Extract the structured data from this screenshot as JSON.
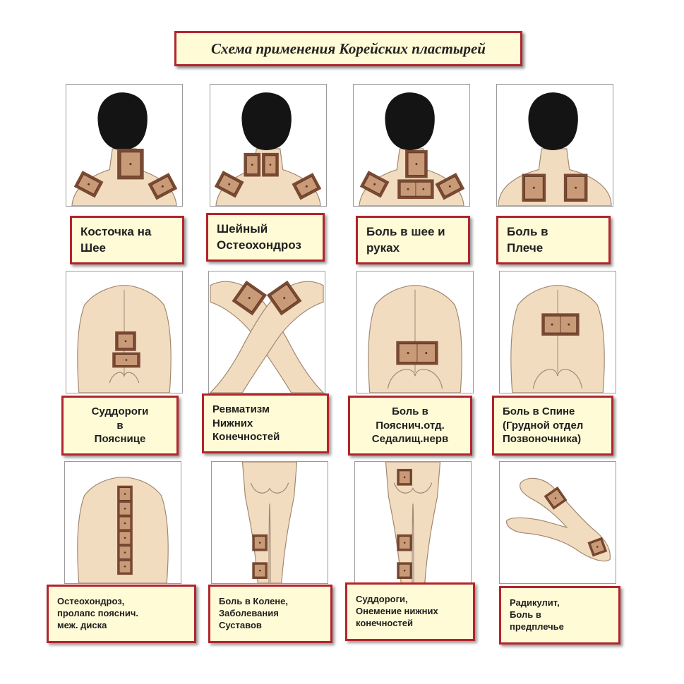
{
  "title": "Схема применения Корейских пластырей",
  "panels": [
    {
      "label": "Косточка на\nШее"
    },
    {
      "label": "Шейный\nОстеохондроз"
    },
    {
      "label": "Боль в шее и\nруках"
    },
    {
      "label": "Боль в\nПлече"
    },
    {
      "label": "Суддороги\nв\nПояснице"
    },
    {
      "label": "Ревматизм\nНижних\nКонечностей"
    },
    {
      "label": "Боль в\nПояснич.отд.\nСедалищ.нерв"
    },
    {
      "label": "Боль в Спине\n(Грудной отдел\nПозвоночника)"
    },
    {
      "label": "Остеохондроз,\nпролапс пояснич.\nмеж. диска"
    },
    {
      "label": "Боль в Колене,\nЗаболевания\nСуставов"
    },
    {
      "label": "Суддороги,\nОнемение нижних\nконечностей"
    },
    {
      "label": "Радикулит,\nБоль в\nпредплечье"
    }
  ],
  "colors": {
    "skin": "#f2dcc0",
    "skin_outline": "#a08870",
    "hair": "#141414",
    "patch": "#7a4a32",
    "patch_inner": "#c99a78",
    "caption_bg": "#fffbd6",
    "caption_border": "#b3242c"
  }
}
